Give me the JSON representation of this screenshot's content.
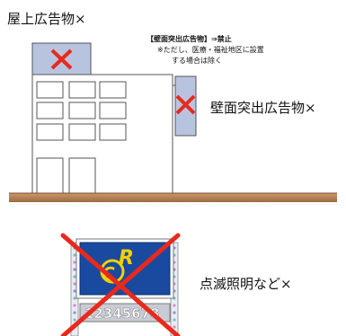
{
  "labels": {
    "rooftop": "屋上広告物×",
    "wall_protruding": "壁面突出広告物×",
    "flashing": "点滅照明など×"
  },
  "rule": {
    "title": "【壁面突出広告物】⇒禁止",
    "note_line1": "※ただし、医療・福祉地区に設置",
    "note_line2": "する場合は除く"
  },
  "sign": {
    "logo_letters": "CR",
    "number_text": "12345678"
  },
  "colors": {
    "sign_panel": "#b8c4df",
    "cross": "#e8291c",
    "ground": "#b07a4c",
    "billboard_blue": "#1a4aa0",
    "logo_yellow": "#f5d000"
  }
}
